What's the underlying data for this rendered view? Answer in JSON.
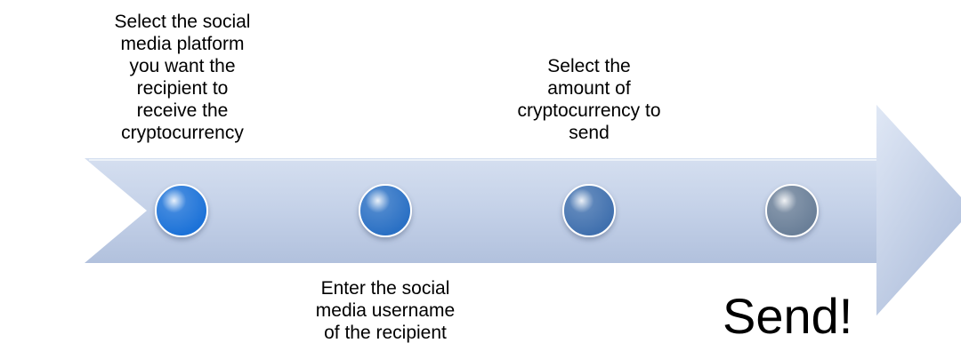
{
  "steps": [
    {
      "text": "Select the social\nmedia platform\nyou want the\nrecipient to\nreceive the\ncryptocurrency",
      "marker_color": "#1a72d8"
    },
    {
      "text": "Enter the social\nmedia username\nof the recipient",
      "marker_color": "#2a6fc4"
    },
    {
      "text": "Select the\namount of\ncryptocurrency to\nsend",
      "marker_color": "#3f6fae"
    },
    {
      "text": "",
      "marker_color": "#6b7f98"
    }
  ],
  "final_label": "Send!",
  "colors": {
    "arrow_light": "#dce5f3",
    "arrow_mid": "#b9c8e2",
    "arrow_dark": "#93a7cc"
  }
}
